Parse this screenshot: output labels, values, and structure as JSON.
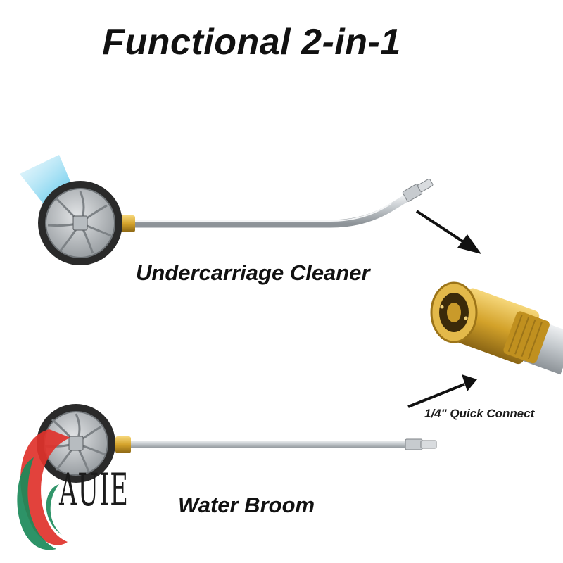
{
  "headline": "Functional 2-in-1",
  "products": [
    {
      "label": "Undercarriage Cleaner"
    },
    {
      "label": "Water Broom"
    }
  ],
  "connector": {
    "label": "1/4\" Quick Connect"
  },
  "watermark": {
    "text": "AUIE"
  },
  "colors": {
    "text": "#111111",
    "spray": "#4fc8ee",
    "wheel": "#2b2b2b",
    "brass": "#d4a62a",
    "steel": "#c9cdd1",
    "logo_red": "#e0322b",
    "logo_green": "#1b8a5a"
  }
}
